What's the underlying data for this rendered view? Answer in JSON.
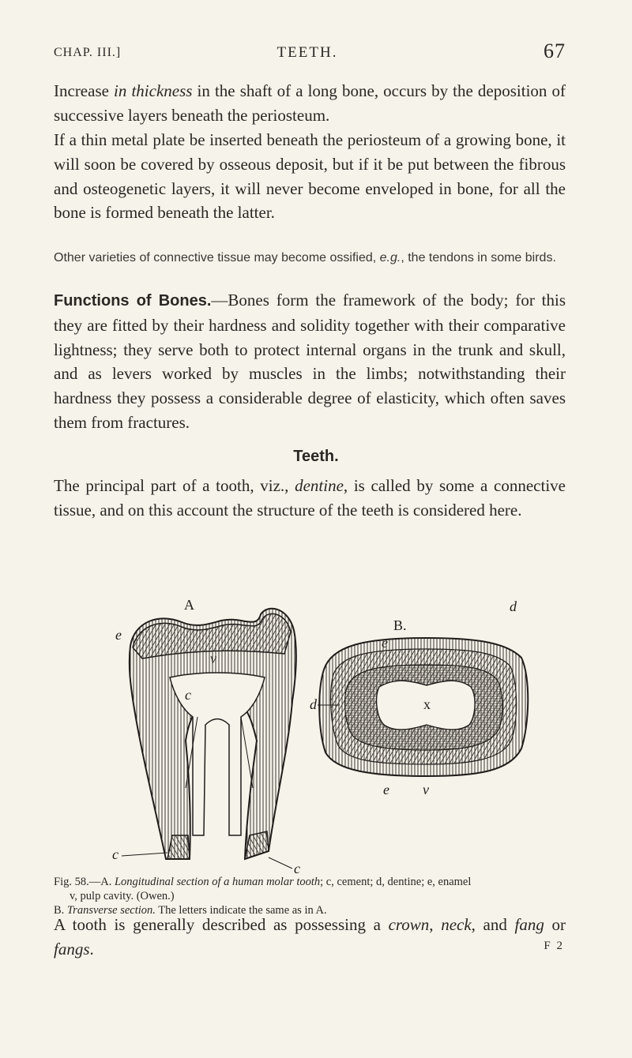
{
  "header": {
    "left": "CHAP. III.]",
    "center": "TEETH.",
    "page_number": "67"
  },
  "p1": {
    "lead": "Increase ",
    "lead_italic": "in thickness",
    "rest": " in the shaft of a long bone, occurs by the deposition of successive layers beneath the periosteum."
  },
  "p2": "If a thin metal plate be inserted beneath the periosteum of a growing bone, it will soon be covered by osseous deposit, but if it be put between the fibrous and osteogenetic layers, it will never become enveloped in bone, for all the bone is formed beneath the latter.",
  "note": {
    "before": "Other varieties of connective tissue may become ossified, ",
    "italic": "e.g.",
    "after": ", the tendons in some birds."
  },
  "p3": {
    "heading": "Functions of Bones.",
    "text": "—Bones form the framework of the body; for this they are fitted by their hardness and solidity together with their comparative lightness; they serve both to protect internal organs in the trunk and skull, and as levers worked by muscles in the limbs; notwithstanding their hardness they possess a considerable degree of elasticity, which often saves them from fractures."
  },
  "section_heading": "Teeth.",
  "p4": {
    "before": "The principal part of a tooth, viz., ",
    "italic": "dentine",
    "after": ", is called by some a connective tissue, and on this account the structure of the teeth is considered here."
  },
  "figure": {
    "labels": {
      "A": "A",
      "B": "B.",
      "e": "e",
      "d": "d",
      "v": "v",
      "c": "c",
      "x": "x"
    }
  },
  "caption": {
    "fig": "Fig. 58.—",
    "a_label": "A. ",
    "a_italic": "Longitudinal section of a human molar tooth",
    "a_rest": "; c, cement; d, dentine; e, enamel",
    "line2": "v, pulp cavity. (Owen.)",
    "b_label": "B. ",
    "b_italic": "Transverse section.",
    "b_rest": " The letters indicate the same as in A."
  },
  "p5": {
    "before": "A tooth is generally described as possessing a ",
    "i1": "crown",
    "sep1": ", ",
    "i2": "neck",
    "sep2": ", and ",
    "i3": "fang",
    "sep3": " or ",
    "i4": "fangs",
    "end": "."
  },
  "footer": "F 2"
}
